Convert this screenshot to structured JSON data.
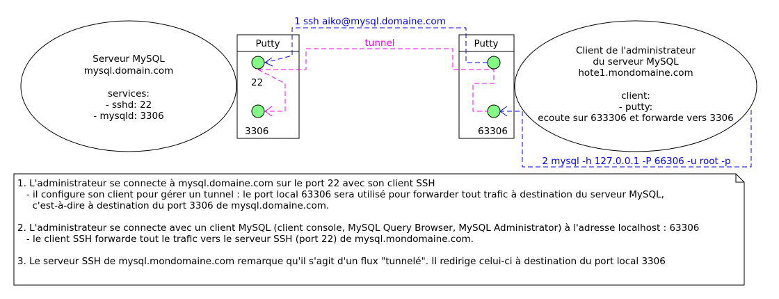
{
  "server": {
    "lines": [
      "Serveur MySQL",
      "mysql.domain.com",
      "",
      "services:",
      "- sshd: 22",
      "- mysqld: 3306"
    ]
  },
  "client": {
    "lines": [
      "Client de l'administrateur",
      "du serveur MySQL",
      "hote1.mondomaine.com",
      "",
      "client:",
      "- putty:",
      "ecoute sur 633306 et forwarde vers 3306"
    ]
  },
  "putty_left": {
    "title": "Putty",
    "port_top": "22",
    "port_bottom": "3306"
  },
  "putty_right": {
    "title": "Putty",
    "port_bottom": "63306"
  },
  "links": {
    "ssh": "1 ssh aiko@mysql.domaine.com",
    "tunnel": "tunnel",
    "mysql": "2 mysql -h 127.0.0.1 -P 66306 -u root -p"
  },
  "colors": {
    "blue": "#0000ff",
    "magenta": "#ff00ff",
    "port": "#84fb84"
  },
  "note": {
    "lines": [
      "1. L'administrateur se connecte à mysql.domaine.com sur le port 22 avec son client SSH",
      "   - il configure son client pour gérer un tunnel : le port local 63306 sera utilisé pour forwarder tout trafic à destination du serveur MySQL,",
      "     c'est-à-dire à destination du port 3306 de mysql.domaine.com.",
      "",
      "2. L'administrateur se connecte avec un client MySQL (client console, MySQL Query Browser, MySQL Administrator) à l'adresse localhost : 63306",
      "   - le client SSH forwarde tout le trafic vers le serveur SSH (port 22) de mysql.mondomaine.com.",
      "",
      "3. Le serveur SSH de mysql.mondomaine.com remarque qu'il s'agit d'un flux \"tunnelé\". Il redirige celui-ci à destination du port local 3306"
    ]
  }
}
